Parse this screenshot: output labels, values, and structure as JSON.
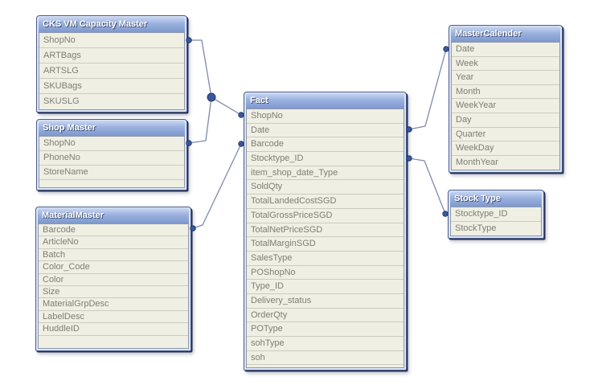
{
  "diagram": {
    "type": "data-model",
    "tables": [
      {
        "id": "cks",
        "title": "CKS VM Capacity Master",
        "fields": [
          "ShopNo",
          "ARTBags",
          "ARTSLG",
          "SKUBags",
          "SKUSLG"
        ]
      },
      {
        "id": "shop",
        "title": "Shop Master",
        "fields": [
          "ShopNo",
          "PhoneNo",
          "StoreName"
        ]
      },
      {
        "id": "material",
        "title": "MaterialMaster",
        "fields": [
          "Barcode",
          "ArticleNo",
          "Batch",
          "Color_Code",
          "Color",
          "Size",
          "MaterialGrpDesc",
          "LabelDesc",
          "HuddleID"
        ]
      },
      {
        "id": "fact",
        "title": "Fact",
        "fields": [
          "ShopNo",
          "Date",
          "Barcode",
          "Stocktype_ID",
          "item_shop_date_Type",
          "SoldQty",
          "TotalLandedCostSGD",
          "TotalGrossPriceSGD",
          "TotalNetPriceSGD",
          "TotalMarginSGD",
          "SalesType",
          "POShopNo",
          "Type_ID",
          "Delivery_status",
          "OrderQty",
          "POType",
          "sohType",
          "soh"
        ]
      },
      {
        "id": "mc",
        "title": "MasterCalender",
        "fields": [
          "Date",
          "Week",
          "Year",
          "Month",
          "WeekYear",
          "Day",
          "Quarter",
          "WeekDay",
          "MonthYear"
        ]
      },
      {
        "id": "st",
        "title": "Stock Type",
        "fields": [
          "Stocktype_ID",
          "StockType"
        ]
      }
    ],
    "connections": [
      {
        "from": "CKS VM Capacity Master.ShopNo",
        "to": "Fact.ShopNo",
        "via": "junction"
      },
      {
        "from": "Shop Master.ShopNo",
        "to": "Fact.ShopNo",
        "via": "junction"
      },
      {
        "from": "MaterialMaster.Barcode",
        "to": "Fact.Barcode"
      },
      {
        "from": "Fact.Date",
        "to": "MasterCalender.Date"
      },
      {
        "from": "Fact.Stocktype_ID",
        "to": "Stock Type.Stocktype_ID"
      }
    ],
    "colors": {
      "header_blue": "#7E99CE",
      "header_blue_light": "#C9D7F2",
      "row_bg": "#F0EFE3",
      "row_text": "#7E7E76",
      "connector": "#7E8AAE",
      "node_dot": "#3A57A0"
    }
  }
}
